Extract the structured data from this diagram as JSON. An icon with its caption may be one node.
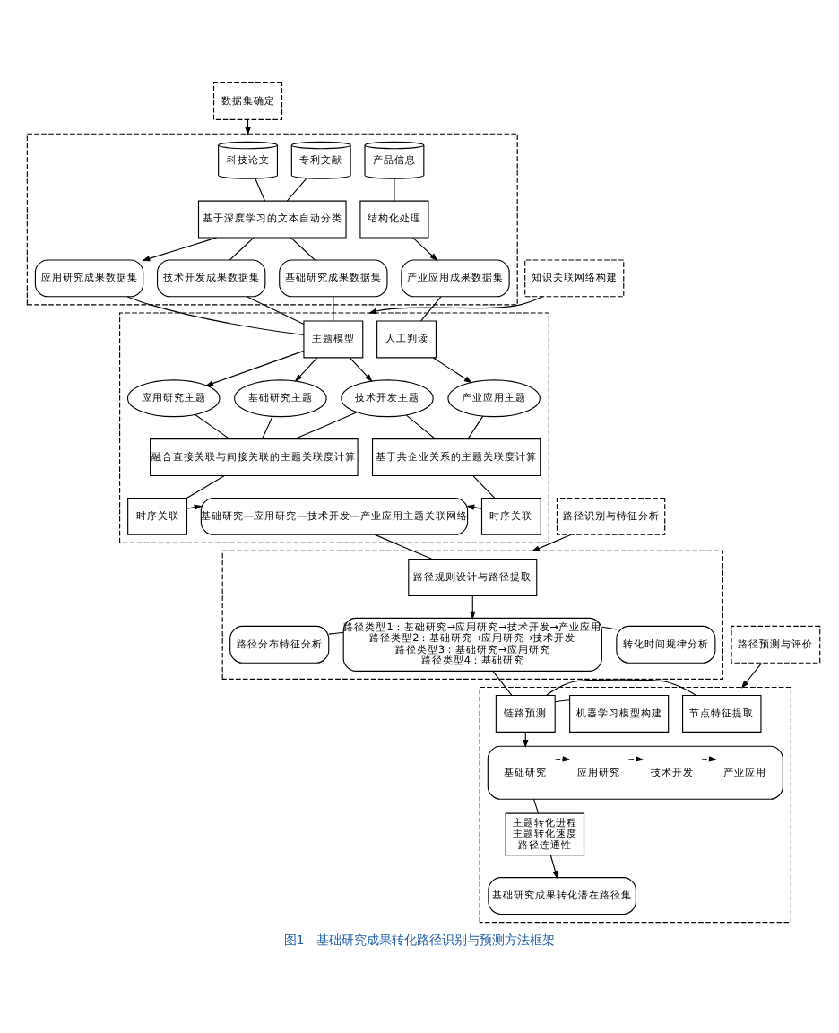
{
  "diagram": {
    "caption": "图1　基础研究成果转化路径识别与预测方法框架",
    "nodes": [
      {
        "text": [
          "数据集确定"
        ]
      },
      {
        "text": [],
        "shape": "box"
      },
      {
        "text": [
          "科技论文"
        ],
        "in": 1
      },
      {
        "text": [
          "专利文献"
        ],
        "in": 1
      },
      {
        "text": [
          "产品信息"
        ],
        "in": 1
      },
      {
        "text": [
          "基于深度学习的文本自动分类"
        ],
        "in": 1
      },
      {
        "text": [
          "结构化处理"
        ],
        "in": 1
      },
      {
        "text": [
          "基础研究成果数据集"
        ],
        "in": 1
      },
      {
        "text": [
          "应用研究成果数据集"
        ],
        "in": 1
      },
      {
        "text": [
          "技术开发成果数据集"
        ],
        "in": 1
      },
      {
        "text": [
          "产业应用成果数据集"
        ],
        "in": 1
      },
      {
        "text": [
          "知识关联网络构建"
        ]
      },
      {
        "text": [],
        "shape": "box"
      },
      {
        "text": [
          "主题模型"
        ],
        "in": 12
      },
      {
        "text": [
          "人工判读"
        ],
        "in": 12
      },
      {
        "text": [
          "基础研究主题"
        ],
        "in": 12
      },
      {
        "text": [
          "应用研究主题"
        ],
        "in": 12
      },
      {
        "text": [
          "技术开发主题"
        ],
        "in": 12
      },
      {
        "text": [
          "产业应用主题"
        ],
        "in": 12
      },
      {
        "text": [
          "融合直接关联与间接关联的主题关联度计算"
        ],
        "in": 12
      },
      {
        "text": [
          "基于共企业关系的主题关联度计算"
        ],
        "in": 12
      },
      {
        "text": [
          "时序关联"
        ],
        "in": 12
      },
      {
        "text": [
          "基础研究—应用研究—技术开发—产业应用主题关联网络"
        ],
        "in": 12
      },
      {
        "text": [
          "时序关联"
        ],
        "in": 12
      },
      {
        "text": [
          "路径识别与特征分析"
        ]
      },
      {
        "text": [],
        "shape": "box"
      },
      {
        "text": [
          "路径规则设计与路径提取"
        ],
        "in": 25
      },
      {
        "text": [
          "路径分布特征分析"
        ],
        "in": 25
      },
      {
        "text": [
          "路径类型1：基础研究→应用研究→技术开发→产业应用",
          "路径类型2：基础研究→应用研究→技术开发",
          "路径类型3：基础研究→应用研究",
          "路径类型4：基础研究"
        ],
        "in": 25
      },
      {
        "text": [
          "转化时间规律分析"
        ],
        "in": 25
      },
      {
        "text": [
          "路径预测与评价"
        ]
      },
      {
        "text": [],
        "shape": "box"
      },
      {
        "text": [
          "节点特征提取"
        ],
        "in": 31
      },
      {
        "text": [
          "链路预测"
        ],
        "in": 31
      },
      {
        "text": [
          "机器学习模型构建"
        ],
        "in": 31
      },
      {
        "text": [],
        "shape": "box",
        "in": 31
      },
      {
        "text": [
          "基础研究"
        ],
        "in": 35
      },
      {
        "text": [
          "应用研究"
        ],
        "in": 35
      },
      {
        "text": [
          "技术开发"
        ],
        "in": 35
      },
      {
        "text": [
          "产业应用"
        ],
        "in": 35
      },
      {
        "text": [
          "主题转化进程",
          "主题转化速度",
          "路径连通性"
        ],
        "in": 31
      },
      {
        "text": [
          "基础研究成果转化潜在路径集"
        ],
        "in": 31
      }
    ],
    "edges": [
      {
        "from": 0,
        "to": 1,
        "arrow": "to"
      },
      {
        "from": 2,
        "to": 5,
        "arrow": "none"
      },
      {
        "from": 3,
        "to": 5,
        "arrow": "none"
      },
      {
        "from": 5,
        "to": 7,
        "arrow": "none"
      },
      {
        "from": 5,
        "to": 8,
        "arrow": "to"
      },
      {
        "from": 5,
        "to": 9,
        "arrow": "none"
      },
      {
        "from": 4,
        "to": 6,
        "arrow": "none"
      },
      {
        "from": 6,
        "to": 10,
        "arrow": "to"
      },
      {
        "from": 11,
        "to": 12,
        "arrow": "to"
      },
      {
        "from": 7,
        "to": 13,
        "arrow": "none"
      },
      {
        "from": 8,
        "to": 13,
        "arrow": "none"
      },
      {
        "from": 9,
        "to": 13,
        "arrow": "none"
      },
      {
        "from": 10,
        "to": 14,
        "arrow": "none"
      },
      {
        "from": 13,
        "to": 15,
        "arrow": "to"
      },
      {
        "from": 13,
        "to": 16,
        "arrow": "to"
      },
      {
        "from": 13,
        "to": 17,
        "arrow": "to"
      },
      {
        "from": 14,
        "to": 18,
        "arrow": "to"
      },
      {
        "from": 15,
        "to": 19,
        "arrow": "none"
      },
      {
        "from": 16,
        "to": 19,
        "arrow": "none"
      },
      {
        "from": 17,
        "to": 19,
        "arrow": "none"
      },
      {
        "from": 17,
        "to": 20,
        "arrow": "none"
      },
      {
        "from": 18,
        "to": 20,
        "arrow": "none"
      },
      {
        "from": 19,
        "to": 21,
        "arrow": "none"
      },
      {
        "from": 20,
        "to": 23,
        "arrow": "none"
      },
      {
        "from": 21,
        "to": 22,
        "arrow": "to"
      },
      {
        "from": 23,
        "to": 22,
        "arrow": "to"
      },
      {
        "from": 24,
        "to": 25,
        "arrow": "to"
      },
      {
        "from": 22,
        "to": 26,
        "arrow": "none"
      },
      {
        "from": 26,
        "to": 28,
        "arrow": "to"
      },
      {
        "from": 27,
        "to": 28,
        "arrow": "none"
      },
      {
        "from": 28,
        "to": 29,
        "arrow": "none"
      },
      {
        "from": 30,
        "to": 31,
        "arrow": "to"
      },
      {
        "from": 28,
        "to": 33,
        "arrow": "none"
      },
      {
        "from": 32,
        "to": 33,
        "arrow": "none"
      },
      {
        "from": 33,
        "to": 34,
        "arrow": "none"
      },
      {
        "from": 33,
        "to": 35,
        "arrow": "to"
      },
      {
        "from": 36,
        "to": 37,
        "arrow": "to",
        "style": "dashed"
      },
      {
        "from": 37,
        "to": 38,
        "arrow": "to",
        "style": "dashed"
      },
      {
        "from": 38,
        "to": 39,
        "arrow": "to",
        "style": "dashed"
      },
      {
        "from": 35,
        "to": 40,
        "arrow": "none"
      },
      {
        "from": 40,
        "to": 41,
        "arrow": "to"
      }
    ]
  }
}
